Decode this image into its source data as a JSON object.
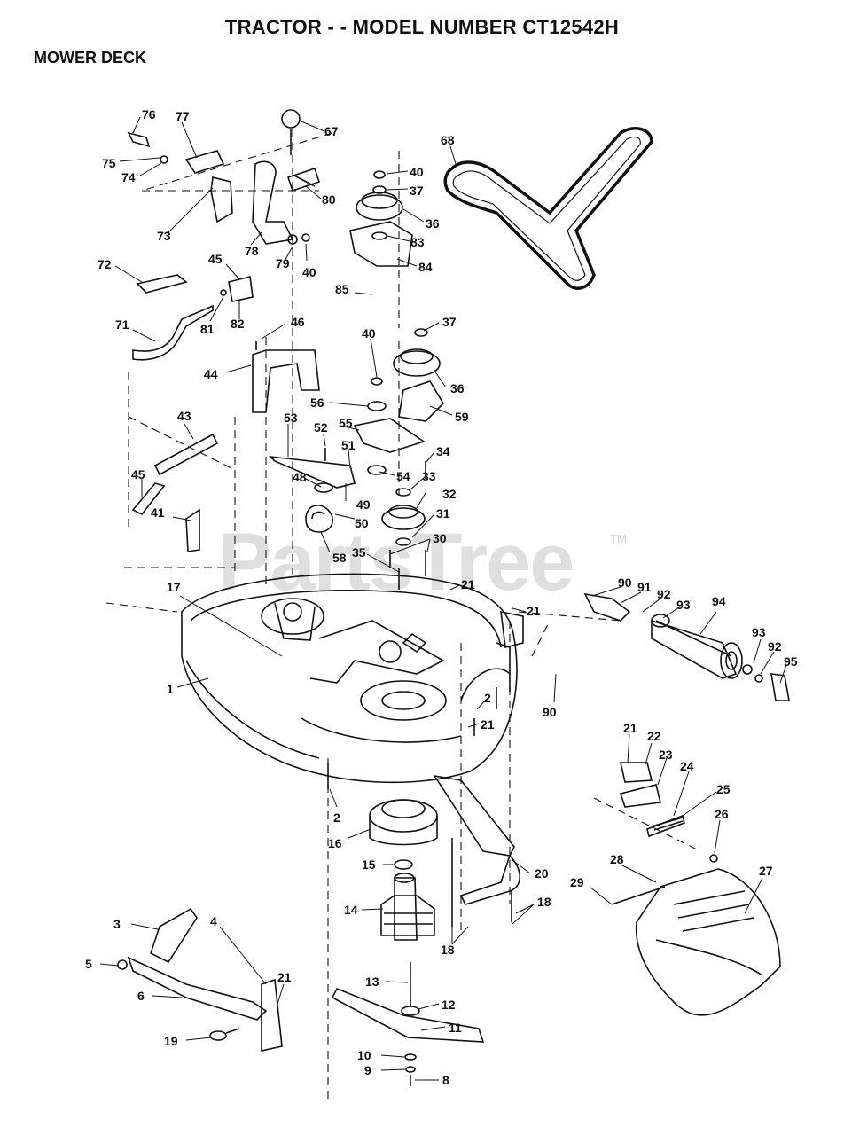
{
  "header": {
    "title": "TRACTOR - - MODEL NUMBER CT12542H",
    "section": "MOWER DECK"
  },
  "watermark": {
    "text": "PartsTree",
    "trademark": "TM"
  },
  "callouts": [
    {
      "id": "c76",
      "label": "76"
    },
    {
      "id": "c77",
      "label": "77"
    },
    {
      "id": "c67",
      "label": "67"
    },
    {
      "id": "c68",
      "label": "68"
    },
    {
      "id": "c75",
      "label": "75"
    },
    {
      "id": "c74",
      "label": "74"
    },
    {
      "id": "c40a",
      "label": "40"
    },
    {
      "id": "c37a",
      "label": "37"
    },
    {
      "id": "c80",
      "label": "80"
    },
    {
      "id": "c36a",
      "label": "36"
    },
    {
      "id": "c73",
      "label": "73"
    },
    {
      "id": "c83",
      "label": "83"
    },
    {
      "id": "c78",
      "label": "78"
    },
    {
      "id": "c79",
      "label": "79"
    },
    {
      "id": "c40b",
      "label": "40"
    },
    {
      "id": "c84",
      "label": "84"
    },
    {
      "id": "c72",
      "label": "72"
    },
    {
      "id": "c45a",
      "label": "45"
    },
    {
      "id": "c85",
      "label": "85"
    },
    {
      "id": "c81",
      "label": "81"
    },
    {
      "id": "c82",
      "label": "82"
    },
    {
      "id": "c71",
      "label": "71"
    },
    {
      "id": "c46",
      "label": "46"
    },
    {
      "id": "c37b",
      "label": "37"
    },
    {
      "id": "c40c",
      "label": "40"
    },
    {
      "id": "c44",
      "label": "44"
    },
    {
      "id": "c36b",
      "label": "36"
    },
    {
      "id": "c56",
      "label": "56"
    },
    {
      "id": "c59",
      "label": "59"
    },
    {
      "id": "c43",
      "label": "43"
    },
    {
      "id": "c53",
      "label": "53"
    },
    {
      "id": "c55",
      "label": "55"
    },
    {
      "id": "c52",
      "label": "52"
    },
    {
      "id": "c51",
      "label": "51"
    },
    {
      "id": "c34",
      "label": "34"
    },
    {
      "id": "c54",
      "label": "54"
    },
    {
      "id": "c45b",
      "label": "45"
    },
    {
      "id": "c48",
      "label": "48"
    },
    {
      "id": "c33",
      "label": "33"
    },
    {
      "id": "c32",
      "label": "32"
    },
    {
      "id": "c49",
      "label": "49"
    },
    {
      "id": "c41",
      "label": "41"
    },
    {
      "id": "c50",
      "label": "50"
    },
    {
      "id": "c31",
      "label": "31"
    },
    {
      "id": "c30",
      "label": "30"
    },
    {
      "id": "c58",
      "label": "58"
    },
    {
      "id": "c35",
      "label": "35"
    },
    {
      "id": "c90a",
      "label": "90"
    },
    {
      "id": "c91",
      "label": "91"
    },
    {
      "id": "c92a",
      "label": "92"
    },
    {
      "id": "c93a",
      "label": "93"
    },
    {
      "id": "c94",
      "label": "94"
    },
    {
      "id": "c17",
      "label": "17"
    },
    {
      "id": "c21a",
      "label": "21"
    },
    {
      "id": "c21b",
      "label": "21"
    },
    {
      "id": "c93b",
      "label": "93"
    },
    {
      "id": "c92b",
      "label": "92"
    },
    {
      "id": "c95",
      "label": "95"
    },
    {
      "id": "c1",
      "label": "1"
    },
    {
      "id": "c2a",
      "label": "2"
    },
    {
      "id": "c21c",
      "label": "21"
    },
    {
      "id": "c90b",
      "label": "90"
    },
    {
      "id": "c21d",
      "label": "21"
    },
    {
      "id": "c22",
      "label": "22"
    },
    {
      "id": "c23",
      "label": "23"
    },
    {
      "id": "c24",
      "label": "24"
    },
    {
      "id": "c25",
      "label": "25"
    },
    {
      "id": "c2b",
      "label": "2"
    },
    {
      "id": "c26",
      "label": "26"
    },
    {
      "id": "c16",
      "label": "16"
    },
    {
      "id": "c27",
      "label": "27"
    },
    {
      "id": "c28",
      "label": "28"
    },
    {
      "id": "c15",
      "label": "15"
    },
    {
      "id": "c20",
      "label": "20"
    },
    {
      "id": "c29",
      "label": "29"
    },
    {
      "id": "c18a",
      "label": "18"
    },
    {
      "id": "c14",
      "label": "14"
    },
    {
      "id": "c3",
      "label": "3"
    },
    {
      "id": "c4",
      "label": "4"
    },
    {
      "id": "c18b",
      "label": "18"
    },
    {
      "id": "c5",
      "label": "5"
    },
    {
      "id": "c21e",
      "label": "21"
    },
    {
      "id": "c6",
      "label": "6"
    },
    {
      "id": "c13",
      "label": "13"
    },
    {
      "id": "c12",
      "label": "12"
    },
    {
      "id": "c11",
      "label": "11"
    },
    {
      "id": "c19",
      "label": "19"
    },
    {
      "id": "c10",
      "label": "10"
    },
    {
      "id": "c9",
      "label": "9"
    },
    {
      "id": "c8",
      "label": "8"
    }
  ]
}
